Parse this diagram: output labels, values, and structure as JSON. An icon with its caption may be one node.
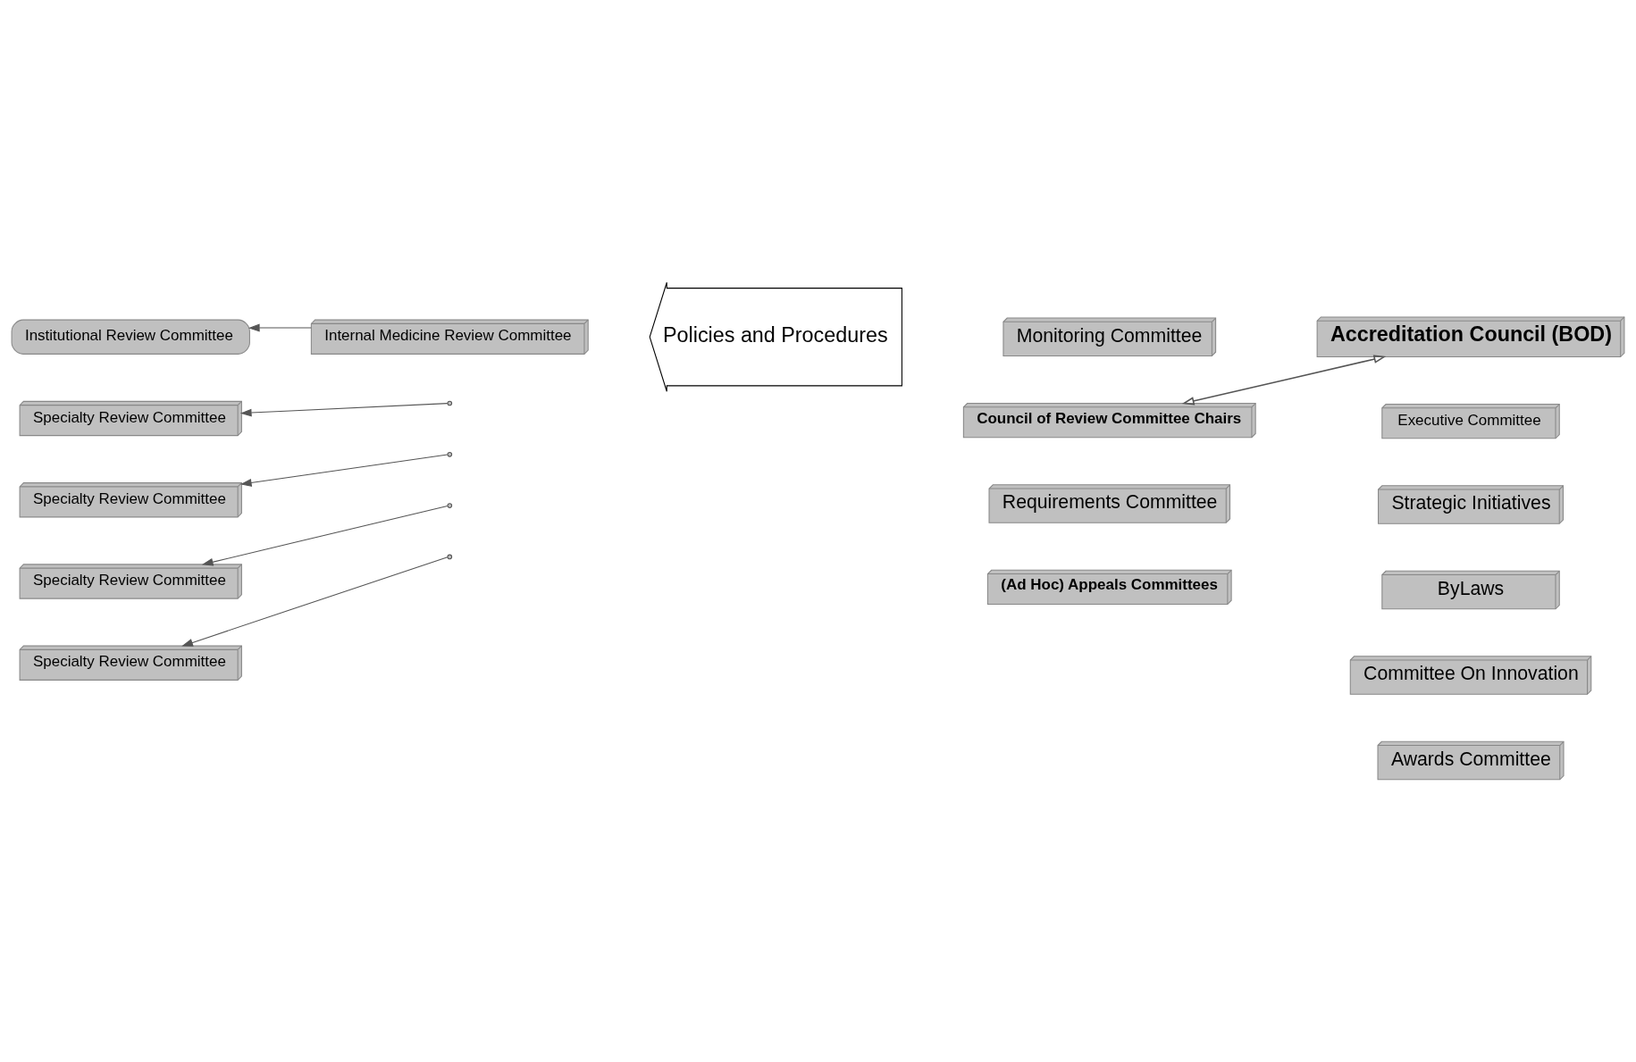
{
  "diagram": {
    "nodes": [
      {
        "text": [
          "Monitoring Committee"
        ]
      },
      {
        "text": [
          "Internal Medicine Review Committee"
        ]
      },
      {
        "text": [
          "Institutional Review Committee"
        ]
      },
      {
        "text": [
          "Council of Review Committee Chairs"
        ]
      },
      {
        "text": [
          "Accreditation Council (BOD)"
        ]
      },
      {
        "text": [
          "Executive Committee"
        ]
      },
      {
        "text": [
          "Specialty Review Committee"
        ]
      },
      {
        "text": [
          "Policies and Procedures"
        ]
      },
      {
        "text": [
          "Requirements Committee"
        ]
      },
      {
        "text": [
          "Specialty Review Committee"
        ]
      },
      {
        "text": [
          "Strategic Initiatives"
        ]
      },
      {
        "text": [
          "(Ad Hoc) Appeals Committees"
        ]
      },
      {
        "text": [
          "ByLaws"
        ]
      },
      {
        "text": [
          "Specialty Review Committee"
        ]
      },
      {
        "text": [
          "Committee On Innovation"
        ]
      },
      {
        "text": [
          "Specialty Review Committee"
        ]
      },
      {
        "text": [
          "Awards Committee"
        ]
      }
    ],
    "edges": [
      {
        "from": 1,
        "to": 2,
        "arrow": "to"
      },
      {
        "from": null,
        "to": 6,
        "arrow": "to"
      },
      {
        "from": null,
        "to": 9,
        "arrow": "to"
      },
      {
        "from": null,
        "to": 13,
        "arrow": "to"
      },
      {
        "from": null,
        "to": 15,
        "arrow": "to"
      },
      {
        "from": 3,
        "to": 4,
        "arrow": "both"
      }
    ]
  }
}
